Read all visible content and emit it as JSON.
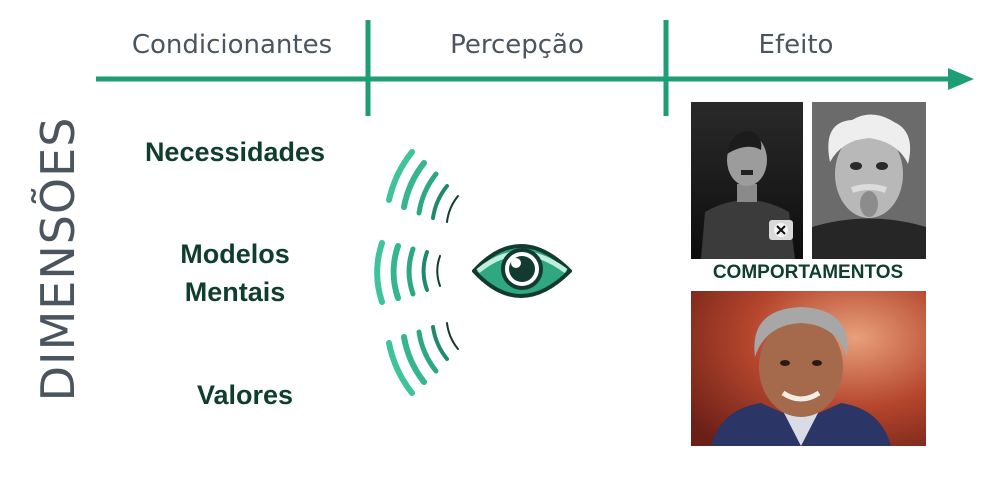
{
  "timeline": {
    "columns": [
      {
        "label": "Condicionantes"
      },
      {
        "label": "Percepção"
      },
      {
        "label": "Efeito"
      }
    ]
  },
  "dimensions": {
    "title": "DIMENSÕES",
    "items": [
      {
        "label": "Necessidades"
      },
      {
        "label": "Modelos Mentais"
      },
      {
        "label": "Valores"
      }
    ]
  },
  "effect": {
    "label": "COMPORTAMENTOS",
    "photos": [
      "photo-1",
      "photo-2",
      "photo-3"
    ]
  },
  "colors": {
    "accent": "#1f9e76",
    "accent_light": "#3fc39b",
    "dark_text": "#0f3d2e",
    "header_text": "#4b5560",
    "eye_fill": "#2fa880"
  },
  "icons": [
    "eye-icon",
    "perception-wave-icon"
  ]
}
